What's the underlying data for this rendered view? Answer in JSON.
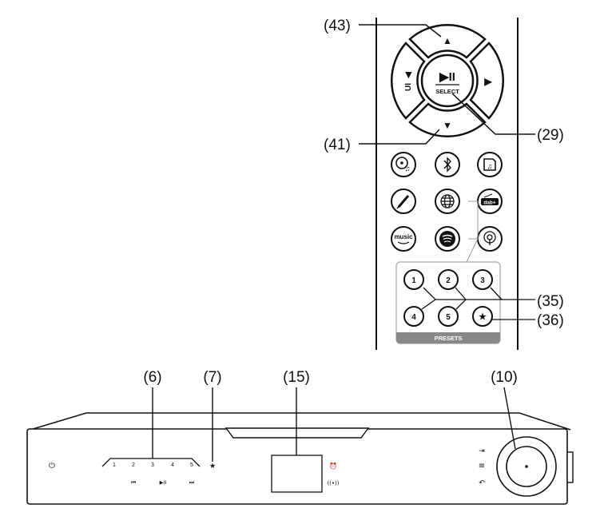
{
  "remote": {
    "play_pause_glyph": "▶II",
    "select_label": "SELECT",
    "up_glyph": "▲",
    "down_glyph": "▼",
    "left_glyph": "◀",
    "left_text": "UI",
    "right_glyph": "▶",
    "source_icons": [
      "cd-music-icon",
      "bluetooth-icon",
      "usb-music-icon",
      "aux-jack-icon",
      "internet-radio-icon",
      "dab-icon",
      "amazon-music-icon",
      "spotify-icon",
      "podcast-icon"
    ],
    "amazon_music_label": "music",
    "dab_label": "dab+",
    "presets_label": "PRESETS",
    "preset_buttons": [
      "1",
      "2",
      "3",
      "4",
      "5"
    ],
    "favourite_glyph": "★"
  },
  "callouts": {
    "up": "(43)",
    "down": "(41)",
    "select": "(29)",
    "presets": "(35)",
    "favourite": "(36)",
    "preset_keys": "(6)",
    "favourite_key": "(7)",
    "display": "(15)",
    "control_knob": "(10)"
  },
  "front_panel": {
    "power_glyph": "⏻",
    "preset_numbers": [
      "1",
      "2",
      "3",
      "4",
      "5"
    ],
    "favourite_glyph": "★",
    "prev_glyph": "⏮",
    "play_pause_glyph": "▶II",
    "next_glyph": "⏭",
    "input_glyph": "⇥",
    "menu_glyph": "≡",
    "back_glyph": "↶",
    "alarm_glyph": "⏰",
    "radio_glyph": "((•))"
  },
  "colors": {
    "line": "#111111",
    "preset_band": "#888888",
    "panel_border": "#b5b5b5"
  }
}
